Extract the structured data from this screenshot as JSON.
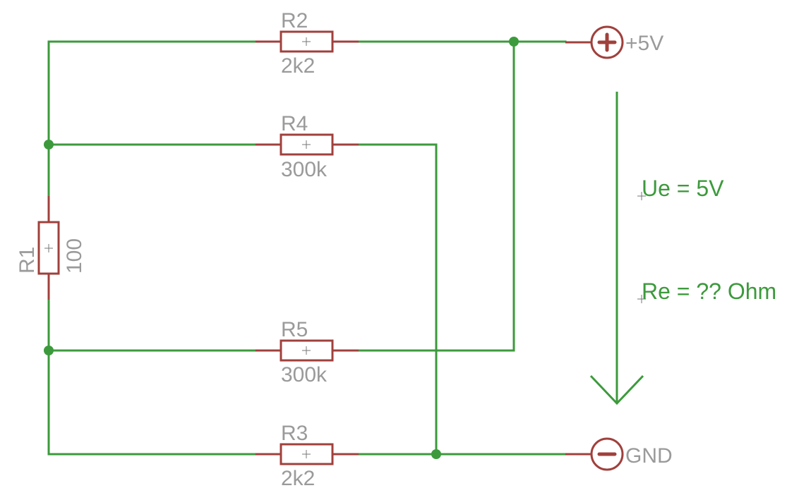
{
  "resistors": {
    "r2": {
      "name": "R2",
      "value": "2k2"
    },
    "r4": {
      "name": "R4",
      "value": "300k"
    },
    "r1": {
      "name": "R1",
      "value": "100"
    },
    "r5": {
      "name": "R5",
      "value": "300k"
    },
    "r3": {
      "name": "R3",
      "value": "2k2"
    }
  },
  "supply": {
    "positive_label": "+5V",
    "ground_label": "GND"
  },
  "notes": {
    "voltage": "Ue = 5V",
    "resistance": "Re = ?? Ohm"
  },
  "colors": {
    "wire": "#3c9a3c",
    "component": "#a0403c",
    "label": "#9a9a9a"
  }
}
